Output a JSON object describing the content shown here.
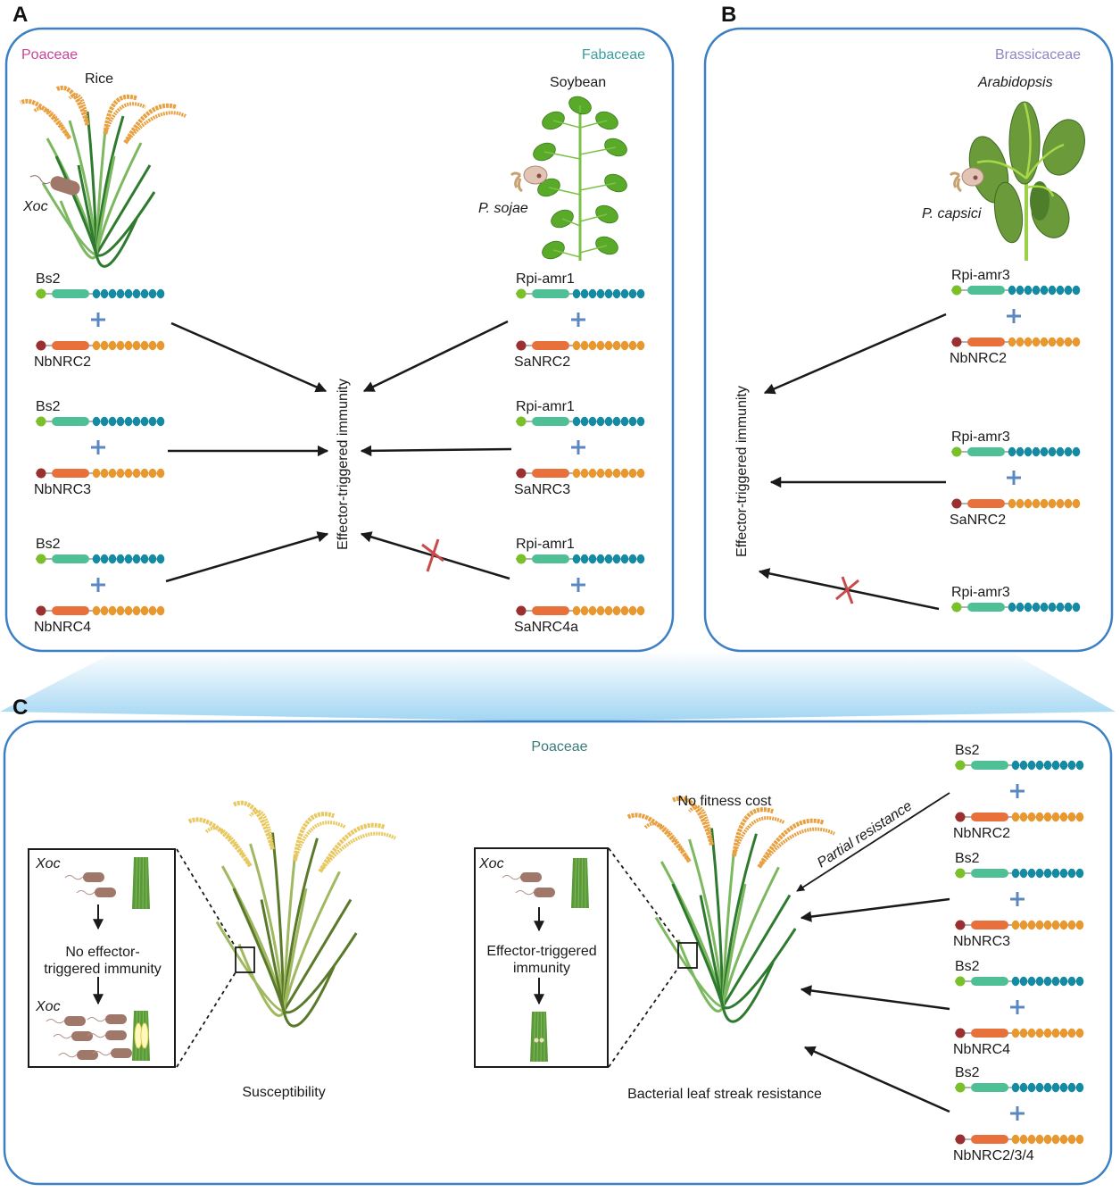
{
  "panels": {
    "A": {
      "letter": "A",
      "left_family": "Poaceae",
      "left_plant": "Rice",
      "left_pathogen": "Xoc",
      "right_family": "Fabaceae",
      "right_plant": "Soybean",
      "right_pathogen": "P. sojae",
      "center_label": "Effector-triggered immunity",
      "left_pairs": [
        {
          "sensor": "Bs2",
          "helper": "NbNRC2",
          "outcome": "immunity"
        },
        {
          "sensor": "Bs2",
          "helper": "NbNRC3",
          "outcome": "immunity"
        },
        {
          "sensor": "Bs2",
          "helper": "NbNRC4",
          "outcome": "immunity"
        }
      ],
      "right_pairs": [
        {
          "sensor": "Rpi-amr1",
          "helper": "SaNRC2",
          "outcome": "immunity"
        },
        {
          "sensor": "Rpi-amr1",
          "helper": "SaNRC3",
          "outcome": "immunity"
        },
        {
          "sensor": "Rpi-amr1",
          "helper": "SaNRC4a",
          "outcome": "blocked"
        }
      ]
    },
    "B": {
      "letter": "B",
      "family": "Brassicaceae",
      "plant": "Arabidopsis",
      "pathogen": "P. capsici",
      "center_label": "Effector-triggered immunity",
      "pairs": [
        {
          "sensor": "Rpi-amr3",
          "helper": "NbNRC2",
          "outcome": "immunity"
        },
        {
          "sensor": "Rpi-amr3",
          "helper": "SaNRC2",
          "outcome": "immunity"
        },
        {
          "sensor": "Rpi-amr3",
          "helper": "",
          "outcome": "blocked"
        }
      ]
    },
    "C": {
      "letter": "C",
      "family": "Poaceae",
      "left_inset": {
        "pathogen_top": "Xoc",
        "step_text_line1": "No effector-",
        "step_text_line2": "triggered immunity",
        "pathogen_bottom": "Xoc"
      },
      "left_caption": "Susceptibility",
      "right_inset": {
        "pathogen_top": "Xoc",
        "step_text_line1": "Effector-triggered",
        "step_text_line2": "immunity"
      },
      "right_top_caption": "No fitness cost",
      "right_caption": "Bacterial leaf streak resistance",
      "arrow_note": "Partial resistance",
      "pairs": [
        {
          "sensor": "Bs2",
          "helper": "NbNRC2",
          "outcome": "partial"
        },
        {
          "sensor": "Bs2",
          "helper": "NbNRC3",
          "outcome": "resistance"
        },
        {
          "sensor": "Bs2",
          "helper": "NbNRC4",
          "outcome": "resistance"
        },
        {
          "sensor": "Bs2",
          "helper": "NbNRC2/3/4",
          "outcome": "resistance"
        }
      ]
    }
  },
  "colors": {
    "box_border": "#3b7fc4",
    "poaceae": "#c9449a",
    "fabaceae": "#3a9fa0",
    "brassicaceae": "#8f86c4",
    "poaceae_c": "#3a7a7a",
    "sensor_head": "#7ac02a",
    "sensor_body": "#4fbf96",
    "sensor_beads": "#148aa3",
    "helper_head": "#9a3030",
    "helper_body": "#e8703a",
    "helper_beads": "#e8982e",
    "plus": "#5b88c0",
    "block_x": "#c94a4a",
    "rice_panicle": "#e8a040",
    "rice_panicle_dry": "#e8c860",
    "leaf_dark": "#2e7a2e",
    "leaf_light": "#7cb860"
  }
}
